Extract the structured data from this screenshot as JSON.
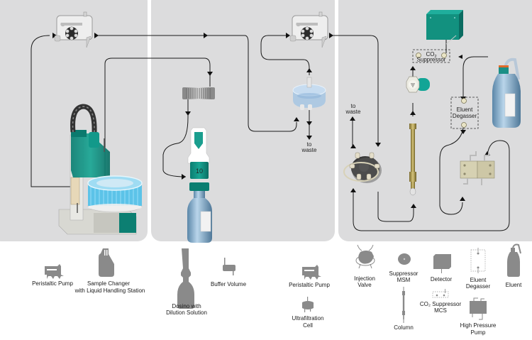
{
  "colors": {
    "panel_bg": "#dcdcdd",
    "teal": "#0f8f80",
    "teal_dark": "#0a6e63",
    "vial_blue": "#5cc3e8",
    "legend_icon_gray": "#8a8a8a",
    "line": "#1a1a1a"
  },
  "panels": [
    {
      "id": "sample-preparation",
      "components": [
        "Peristaltic Pump",
        "Sample Changer with Liquid Handling Station"
      ]
    },
    {
      "id": "dilution-filtration",
      "components": [
        "Buffer Volume",
        "Dosino with Dilution Solution",
        "Peristaltic Pump",
        "Ultrafiltration Cell"
      ]
    },
    {
      "id": "ion-chromatograph",
      "components": [
        "Injection Valve",
        "Column",
        "Suppressor MSM",
        "CO2 Suppressor MCS",
        "Detector",
        "Eluent Degasser",
        "High Pressure Pump",
        "Eluent"
      ]
    }
  ],
  "diagram_labels": {
    "to_waste_1_line1": "to",
    "to_waste_1_line2": "waste",
    "to_waste_2_line1": "to",
    "to_waste_2_line2": "waste",
    "dosino_number": "10",
    "co2_line1_prefix": "CO",
    "co2_sub": "2",
    "co2_line2": "Suppressor",
    "degasser_line1": "Eluent",
    "degasser_line2": "Degasser"
  },
  "legend": [
    {
      "icon": "peristaltic-pump-icon",
      "lines": [
        "Peristaltic Pump"
      ]
    },
    {
      "icon": "sample-changer-icon",
      "lines": [
        "Sample Changer",
        "with Liquid Handling Station"
      ]
    },
    {
      "icon": "dosino-icon",
      "lines": [
        "Dosino with",
        "Dilution Solution"
      ]
    },
    {
      "icon": "buffer-volume-icon",
      "lines": [
        "Buffer Volume"
      ]
    },
    {
      "icon": "peristaltic-pump-icon",
      "lines": [
        "Peristaltic Pump"
      ]
    },
    {
      "icon": "ultrafiltration-cell-icon",
      "lines": [
        "Ultrafiltration",
        "Cell"
      ]
    },
    {
      "icon": "injection-valve-icon",
      "lines": [
        "Injection",
        "Valve"
      ]
    },
    {
      "icon": "suppressor-msm-icon",
      "lines": [
        "Suppressor",
        "MSM"
      ]
    },
    {
      "icon": "column-icon",
      "lines": [
        "Column"
      ]
    },
    {
      "icon": "detector-icon",
      "lines": [
        "Detector"
      ]
    },
    {
      "icon": "co2-suppressor-icon",
      "lines": [
        "CO₂ Suppressor",
        "MCS"
      ]
    },
    {
      "icon": "eluent-degasser-icon",
      "lines": [
        "Eluent",
        "Degasser"
      ]
    },
    {
      "icon": "high-pressure-pump-icon",
      "lines": [
        "High Pressure",
        "Pump"
      ]
    },
    {
      "icon": "eluent-icon",
      "lines": [
        "Eluent"
      ]
    }
  ]
}
